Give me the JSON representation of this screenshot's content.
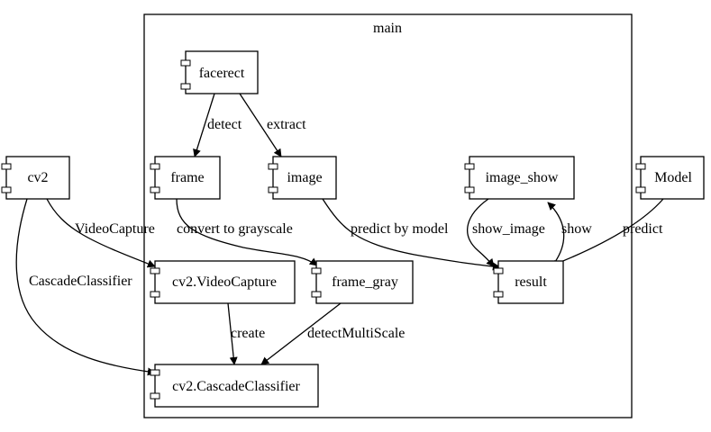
{
  "cluster": {
    "label": "main"
  },
  "nodes": {
    "facerect": "facerect",
    "frame": "frame",
    "image": "image",
    "image_show": "image_show",
    "cv2": "cv2",
    "model": "Model",
    "video_capture": "cv2.VideoCapture",
    "frame_gray": "frame_gray",
    "result": "result",
    "cascade": "cv2.CascadeClassifier"
  },
  "edges": {
    "facerect_frame": "detect",
    "facerect_image": "extract",
    "cv2_videocapture": "VideoCapture",
    "cv2_cascade": "CascadeClassifier",
    "frame_framegray": "convert to grayscale",
    "image_result": "predict by model",
    "imageshow_result": "show_image",
    "result_imageshow": "show",
    "model_result": "predict",
    "videocapture_cascade": "create",
    "framegray_cascade": "detectMultiScale"
  }
}
